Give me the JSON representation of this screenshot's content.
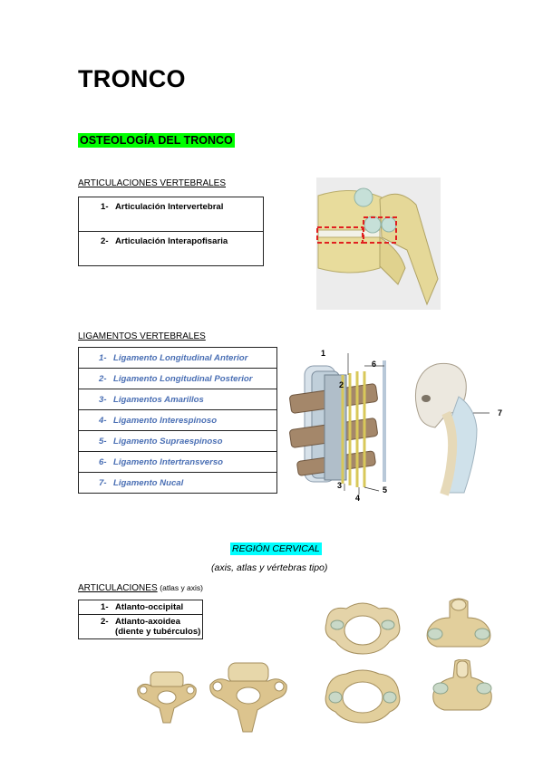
{
  "title": "TRONCO",
  "section_osteologia": "OSTEOLOGÍA DEL TRONCO",
  "articulaciones_vertebrales": {
    "heading": "ARTICULACIONES VERTEBRALES",
    "rows": [
      {
        "num": "1-",
        "label": "Articulación Intervertebral"
      },
      {
        "num": "2-",
        "label": "Articulación Interapofisaria"
      }
    ]
  },
  "ligamentos_vertebrales": {
    "heading": "LIGAMENTOS VERTEBRALES",
    "rows": [
      {
        "num": "1-",
        "label": "Ligamento Longitudinal Anterior"
      },
      {
        "num": "2-",
        "label": "Ligamento Longitudinal Posterior"
      },
      {
        "num": "3-",
        "label": "Ligamentos Amarillos"
      },
      {
        "num": "4-",
        "label": "Ligamento Interespinoso"
      },
      {
        "num": "5-",
        "label": "Ligamento Supraespinoso"
      },
      {
        "num": "6-",
        "label": "Ligamento Intertransverso"
      },
      {
        "num": "7-",
        "label": "Ligamento Nucal"
      }
    ]
  },
  "ligament_figure_labels": [
    "1",
    "2",
    "3",
    "4",
    "5",
    "6",
    "7"
  ],
  "region_cervical": {
    "title": "REGIÓN CERVICAL",
    "subtitle": "(axis, atlas y vértebras tipo)",
    "heading": "ARTICULACIONES",
    "heading_note": "(atlas y axis)",
    "rows": [
      {
        "num": "1-",
        "label": "Atlanto-occipital",
        "label2": ""
      },
      {
        "num": "2-",
        "label": "Atlanto-axoidea",
        "label2": "(diente y tubérculos)"
      }
    ]
  },
  "colors": {
    "highlight_green": "#00ff00",
    "highlight_cyan": "#00ffff",
    "ligament_text": "#4a6fb4",
    "bone": "#e8dc9c",
    "dashed_box": "#e02020"
  }
}
